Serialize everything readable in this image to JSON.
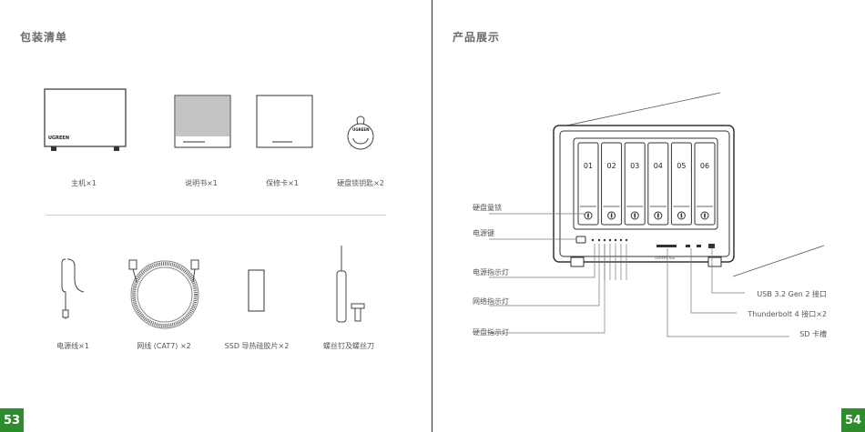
{
  "left_page": {
    "title": "包装清单",
    "page_number": "53",
    "brand_logo": "UGREEN",
    "items": [
      {
        "label": "主机×1"
      },
      {
        "label": "说明书×1"
      },
      {
        "label": "保修卡×1"
      },
      {
        "label": "硬盘锁钥匙×2"
      },
      {
        "label": "电源线×1"
      },
      {
        "label": "网线 (CAT7) ×2"
      },
      {
        "label": "SSD 导热硅胶片×2"
      },
      {
        "label": "螺丝钉及螺丝刀"
      }
    ]
  },
  "right_page": {
    "title": "产品展示",
    "page_number": "54",
    "bay_numbers": [
      "01",
      "02",
      "03",
      "04",
      "05",
      "06"
    ],
    "front_brand": "UGREEN Nas",
    "left_callouts": [
      "硬盘童锁",
      "电源键",
      "电源指示灯",
      "网络指示灯",
      "硬盘指示灯"
    ],
    "right_callouts": [
      "USB 3.2 Gen 2 接口",
      "Thunderbolt 4 接口×2",
      "SD 卡槽"
    ]
  }
}
